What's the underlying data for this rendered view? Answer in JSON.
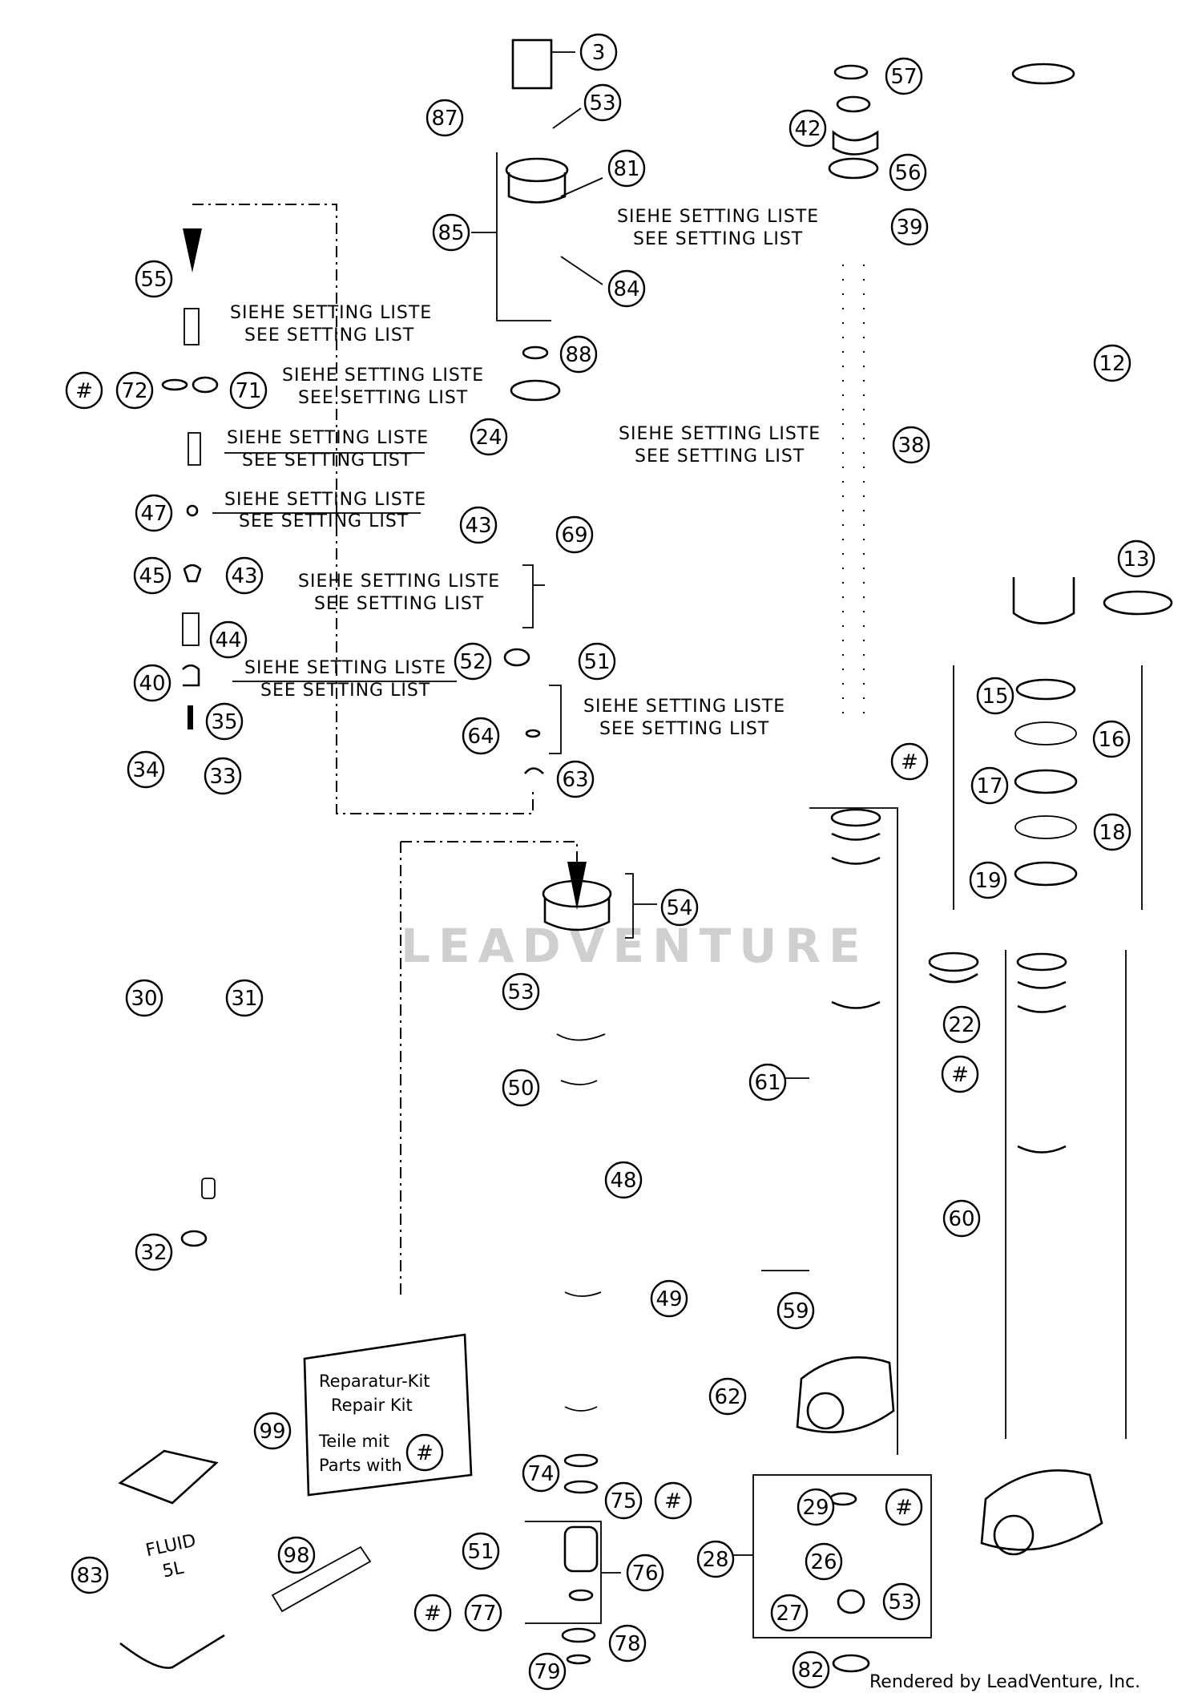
{
  "setting_note": {
    "de": "SIEHE SETTING LISTE",
    "en": "SEE SETTING LIST"
  },
  "callouts": [
    "3",
    "53",
    "87",
    "81",
    "85",
    "84",
    "88",
    "24",
    "43",
    "69",
    "52",
    "51",
    "64",
    "63",
    "55",
    "72",
    "71",
    "47",
    "45",
    "43",
    "44",
    "40",
    "35",
    "34",
    "33",
    "57",
    "42",
    "56",
    "39",
    "12",
    "38",
    "13",
    "15",
    "16",
    "17",
    "18",
    "19",
    "54",
    "53",
    "50",
    "48",
    "49",
    "61",
    "59",
    "62",
    "30",
    "31",
    "32",
    "22",
    "60",
    "99",
    "83",
    "98",
    "74",
    "75",
    "51",
    "76",
    "77",
    "79",
    "78",
    "28",
    "29",
    "26",
    "27",
    "53",
    "82"
  ],
  "hash": "#",
  "repair_kit": {
    "line1": "Reparatur-Kit",
    "line2": "Repair Kit",
    "line3": "Teile mit",
    "line4": "Parts with"
  },
  "fluid_label": {
    "line1": "FLUID",
    "line2": "5L"
  },
  "watermark": "LEADVENTURE",
  "credit": "Rendered by LeadVenture, Inc."
}
